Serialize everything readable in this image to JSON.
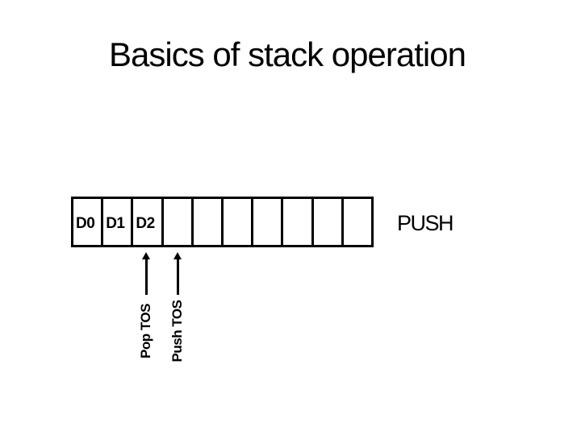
{
  "slide": {
    "title": "Basics of stack operation",
    "operation_label": "PUSH",
    "stack": {
      "cells": [
        {
          "label": "D0"
        },
        {
          "label": "D1"
        },
        {
          "label": "D2"
        },
        {
          "label": ""
        },
        {
          "label": ""
        },
        {
          "label": ""
        },
        {
          "label": ""
        },
        {
          "label": ""
        },
        {
          "label": ""
        },
        {
          "label": ""
        }
      ]
    },
    "pointers": {
      "pop": {
        "label": "Pop TOS"
      },
      "push": {
        "label": "Push TOS"
      }
    },
    "colors": {
      "background": "#ffffff",
      "foreground": "#000000"
    }
  }
}
